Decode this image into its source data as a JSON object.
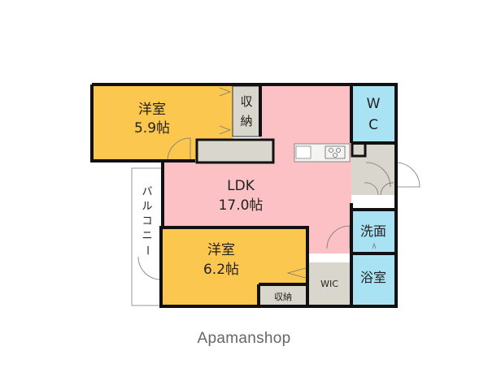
{
  "floorplan": {
    "rooms": {
      "western_room_1": {
        "name": "洋室",
        "size": "5.9帖"
      },
      "storage_1": {
        "name_line1": "収",
        "name_line2": "納"
      },
      "ldk": {
        "name": "LDK",
        "size": "17.0帖"
      },
      "wc": {
        "name_line1": "W",
        "name_line2": "C"
      },
      "washroom": {
        "name": "洗面"
      },
      "bathroom": {
        "name": "浴室"
      },
      "western_room_2": {
        "name": "洋室",
        "size": "6.2帖"
      },
      "storage_2": {
        "name": "収納"
      },
      "wic": {
        "name": "WIC"
      },
      "balcony": {
        "chars": [
          "バ",
          "ル",
          "コ",
          "ニ",
          "ー"
        ]
      }
    },
    "colors": {
      "western": "#fcc74f",
      "ldk": "#fbc1c4",
      "wet": "#a9e3f3",
      "storage": "#d9d6cd",
      "wall": "#111111"
    }
  },
  "brand": "Apamanshop"
}
